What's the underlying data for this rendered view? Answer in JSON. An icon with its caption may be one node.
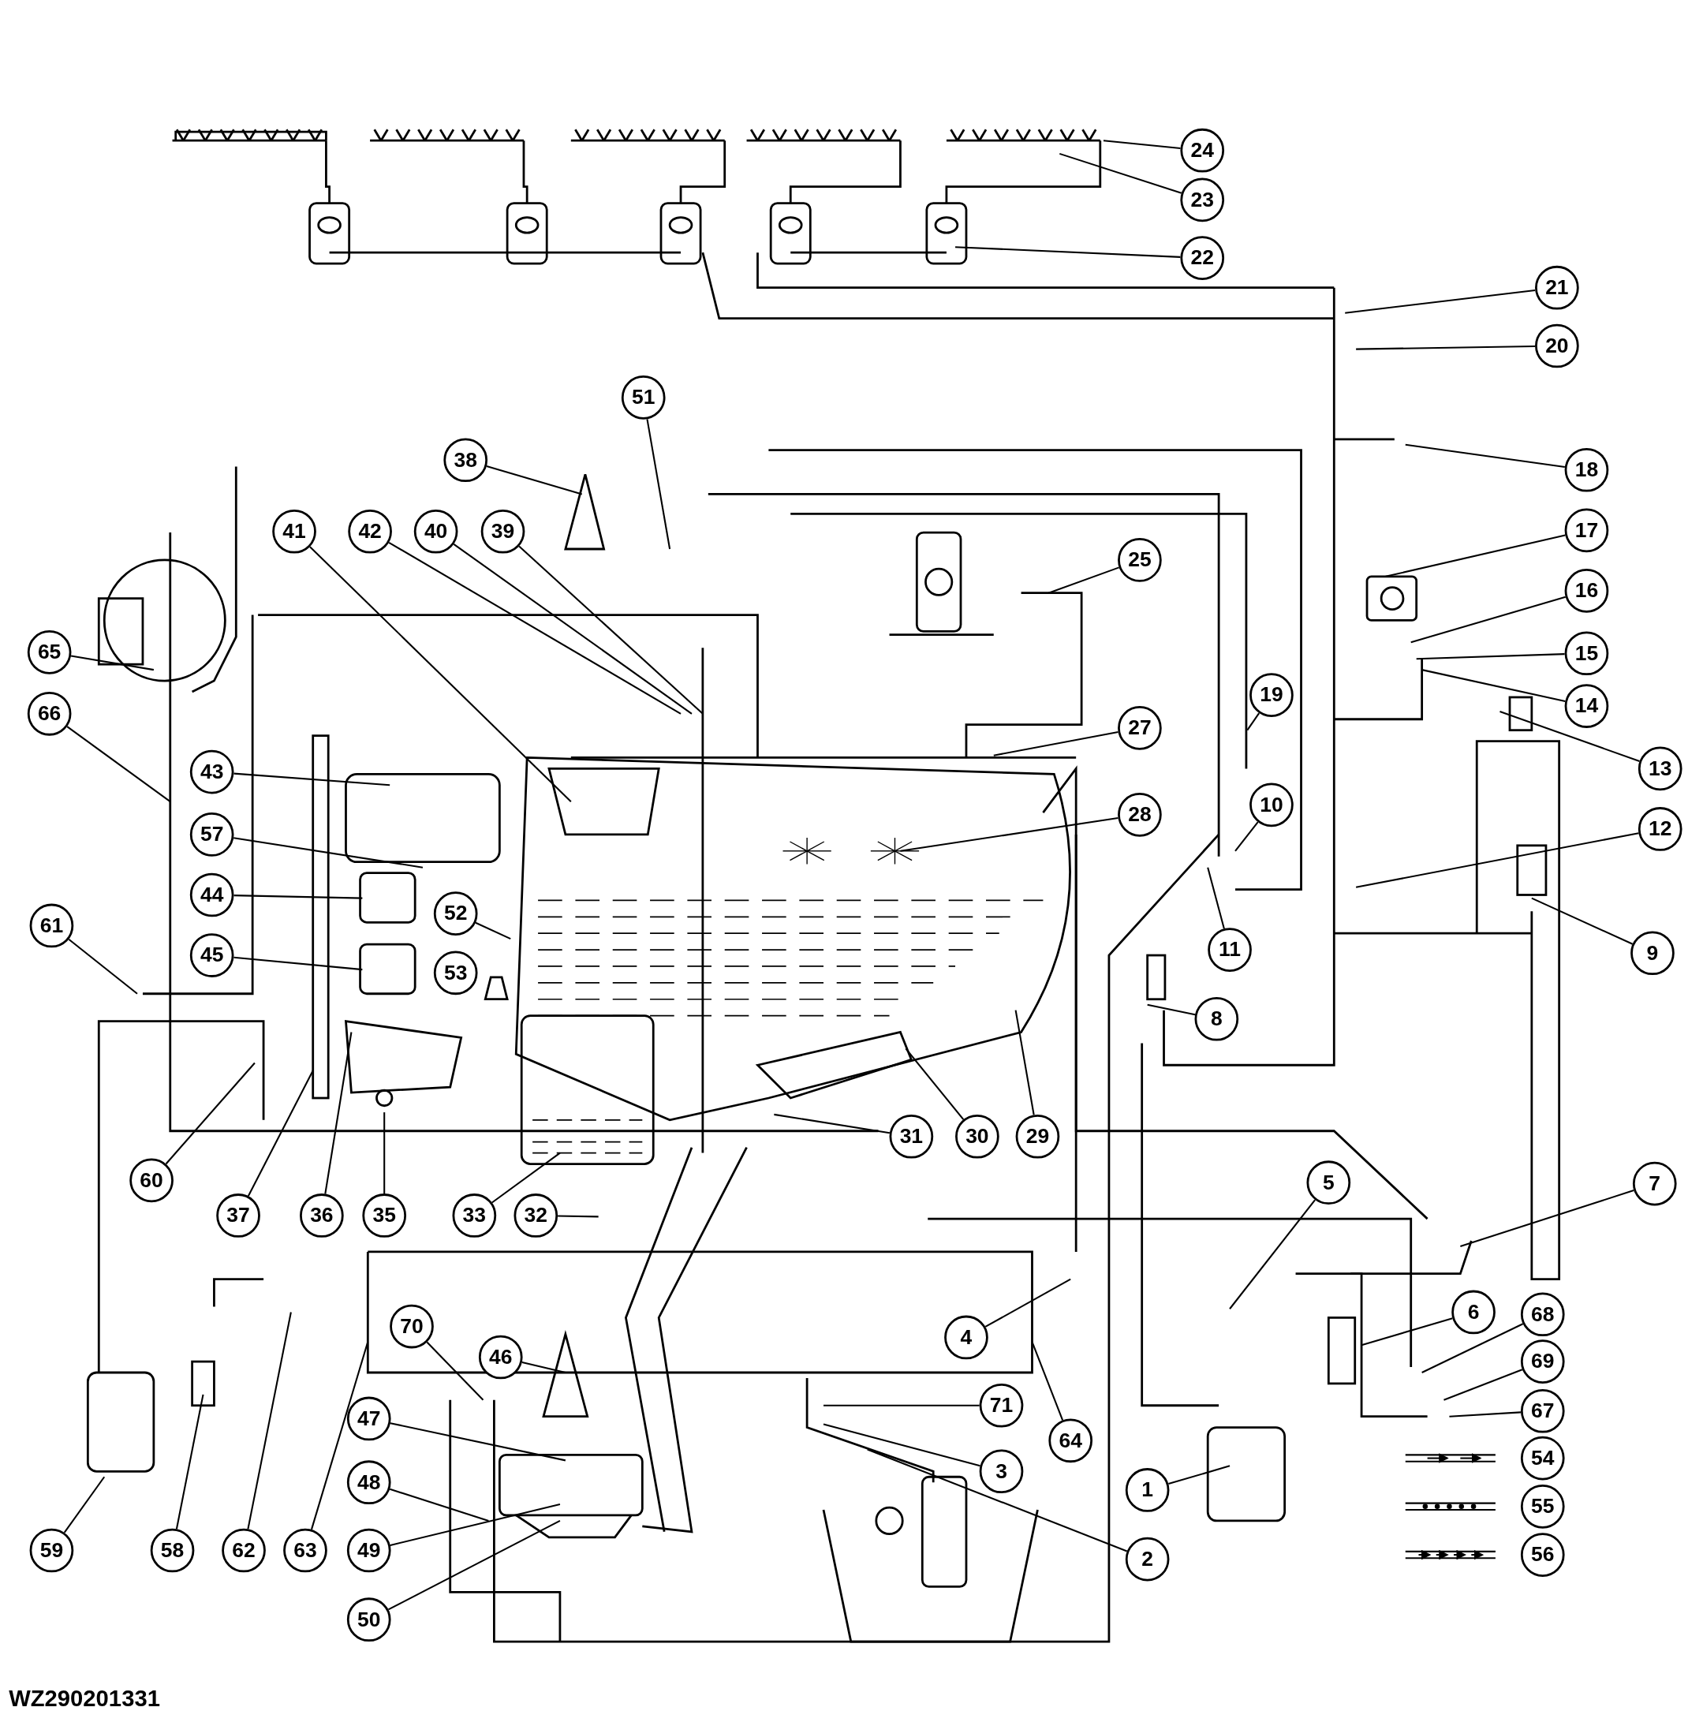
{
  "diagram": {
    "nodes": [
      {
        "text": [
          "1"
        ]
      },
      {
        "text": [
          "2"
        ]
      },
      {
        "text": [
          "3"
        ]
      },
      {
        "text": [
          "4"
        ]
      },
      {
        "text": [
          "5"
        ]
      },
      {
        "text": [
          "6"
        ]
      },
      {
        "text": [
          "7"
        ]
      },
      {
        "text": [
          "8"
        ]
      },
      {
        "text": [
          "9"
        ]
      },
      {
        "text": [
          "10"
        ]
      },
      {
        "text": [
          "11"
        ]
      },
      {
        "text": [
          "12"
        ]
      },
      {
        "text": [
          "13"
        ]
      },
      {
        "text": [
          "14"
        ]
      },
      {
        "text": [
          "15"
        ]
      },
      {
        "text": [
          "16"
        ]
      },
      {
        "text": [
          "17"
        ]
      },
      {
        "text": [
          "18"
        ]
      },
      {
        "text": [
          "19"
        ]
      },
      {
        "text": [
          "20"
        ]
      },
      {
        "text": [
          "21"
        ]
      },
      {
        "text": [
          "22"
        ]
      },
      {
        "text": [
          "23"
        ]
      },
      {
        "text": [
          "24"
        ]
      },
      {
        "text": [
          "25"
        ]
      },
      {
        "text": [
          "27"
        ]
      },
      {
        "text": [
          "28"
        ]
      },
      {
        "text": [
          "29"
        ]
      },
      {
        "text": [
          "30"
        ]
      },
      {
        "text": [
          "31"
        ]
      },
      {
        "text": [
          "32"
        ]
      },
      {
        "text": [
          "33"
        ]
      },
      {
        "text": [
          "35"
        ]
      },
      {
        "text": [
          "36"
        ]
      },
      {
        "text": [
          "37"
        ]
      },
      {
        "text": [
          "38"
        ]
      },
      {
        "text": [
          "39"
        ]
      },
      {
        "text": [
          "40"
        ]
      },
      {
        "text": [
          "41"
        ]
      },
      {
        "text": [
          "42"
        ]
      },
      {
        "text": [
          "43"
        ]
      },
      {
        "text": [
          "44"
        ]
      },
      {
        "text": [
          "45"
        ]
      },
      {
        "text": [
          "46"
        ]
      },
      {
        "text": [
          "47"
        ]
      },
      {
        "text": [
          "48"
        ]
      },
      {
        "text": [
          "49"
        ]
      },
      {
        "text": [
          "50"
        ]
      },
      {
        "text": [
          "51"
        ]
      },
      {
        "text": [
          "52"
        ]
      },
      {
        "text": [
          "53"
        ]
      },
      {
        "text": [
          "57"
        ]
      },
      {
        "text": [
          "58"
        ]
      },
      {
        "text": [
          "59"
        ]
      },
      {
        "text": [
          "60"
        ]
      },
      {
        "text": [
          "61"
        ]
      },
      {
        "text": [
          "62"
        ]
      },
      {
        "text": [
          "63"
        ]
      },
      {
        "text": [
          "64"
        ]
      },
      {
        "text": [
          "65"
        ]
      },
      {
        "text": [
          "66"
        ]
      },
      {
        "text": [
          "67"
        ]
      },
      {
        "text": [
          "68"
        ]
      },
      {
        "text": [
          "69"
        ]
      },
      {
        "text": [
          "70"
        ]
      },
      {
        "text": [
          "71"
        ]
      }
    ],
    "edges": [
      {
        "from": 0,
        "to": null,
        "arrow": "none"
      },
      {
        "from": 1,
        "to": null,
        "arrow": "none"
      },
      {
        "from": 2,
        "to": null,
        "arrow": "none"
      },
      {
        "from": 3,
        "to": null,
        "arrow": "none"
      },
      {
        "from": 4,
        "to": null,
        "arrow": "none"
      },
      {
        "from": 5,
        "to": null,
        "arrow": "none"
      },
      {
        "from": 6,
        "to": null,
        "arrow": "none"
      },
      {
        "from": 7,
        "to": null,
        "arrow": "none"
      },
      {
        "from": 8,
        "to": null,
        "arrow": "none"
      },
      {
        "from": 9,
        "to": null,
        "arrow": "none"
      },
      {
        "from": 10,
        "to": null,
        "arrow": "none"
      },
      {
        "from": 11,
        "to": null,
        "arrow": "none"
      },
      {
        "from": 12,
        "to": null,
        "arrow": "none"
      },
      {
        "from": 13,
        "to": null,
        "arrow": "none"
      },
      {
        "from": 14,
        "to": null,
        "arrow": "none"
      },
      {
        "from": 15,
        "to": null,
        "arrow": "none"
      },
      {
        "from": 16,
        "to": null,
        "arrow": "none"
      },
      {
        "from": 17,
        "to": null,
        "arrow": "none"
      },
      {
        "from": 18,
        "to": null,
        "arrow": "none"
      },
      {
        "from": 19,
        "to": null,
        "arrow": "none"
      },
      {
        "from": 20,
        "to": null,
        "arrow": "none"
      },
      {
        "from": 21,
        "to": null,
        "arrow": "none"
      },
      {
        "from": 22,
        "to": null,
        "arrow": "none"
      },
      {
        "from": 23,
        "to": null,
        "arrow": "none"
      },
      {
        "from": 24,
        "to": null,
        "arrow": "none"
      },
      {
        "from": 25,
        "to": null,
        "arrow": "none"
      },
      {
        "from": 26,
        "to": null,
        "arrow": "none"
      },
      {
        "from": 27,
        "to": null,
        "arrow": "none"
      },
      {
        "from": 28,
        "to": null,
        "arrow": "none"
      },
      {
        "from": 29,
        "to": null,
        "arrow": "none"
      },
      {
        "from": 30,
        "to": null,
        "arrow": "none"
      },
      {
        "from": 31,
        "to": null,
        "arrow": "none"
      },
      {
        "from": 32,
        "to": null,
        "arrow": "none"
      },
      {
        "from": 33,
        "to": null,
        "arrow": "none"
      },
      {
        "from": 34,
        "to": null,
        "arrow": "none"
      },
      {
        "from": 35,
        "to": null,
        "arrow": "none"
      },
      {
        "from": 36,
        "to": null,
        "arrow": "none"
      },
      {
        "from": 37,
        "to": null,
        "arrow": "none"
      },
      {
        "from": 38,
        "to": null,
        "arrow": "none"
      },
      {
        "from": 39,
        "to": null,
        "arrow": "none"
      },
      {
        "from": 40,
        "to": null,
        "arrow": "none"
      },
      {
        "from": 41,
        "to": null,
        "arrow": "none"
      },
      {
        "from": 42,
        "to": null,
        "arrow": "none"
      },
      {
        "from": 43,
        "to": null,
        "arrow": "none"
      },
      {
        "from": 44,
        "to": null,
        "arrow": "none"
      },
      {
        "from": 45,
        "to": null,
        "arrow": "none"
      },
      {
        "from": 46,
        "to": null,
        "arrow": "none"
      },
      {
        "from": 47,
        "to": null,
        "arrow": "none"
      },
      {
        "from": 48,
        "to": null,
        "arrow": "none"
      },
      {
        "from": 49,
        "to": null,
        "arrow": "none"
      },
      {
        "from": 50,
        "to": null,
        "arrow": "none"
      },
      {
        "from": 51,
        "to": null,
        "arrow": "none"
      },
      {
        "from": 52,
        "to": null,
        "arrow": "none"
      },
      {
        "from": 53,
        "to": null,
        "arrow": "none"
      },
      {
        "from": 54,
        "to": null,
        "arrow": "none"
      },
      {
        "from": 55,
        "to": null,
        "arrow": "none"
      },
      {
        "from": 56,
        "to": null,
        "arrow": "none"
      },
      {
        "from": 57,
        "to": null,
        "arrow": "none"
      },
      {
        "from": 58,
        "to": null,
        "arrow": "none"
      },
      {
        "from": 59,
        "to": null,
        "arrow": "none"
      },
      {
        "from": 60,
        "to": null,
        "arrow": "none"
      },
      {
        "from": 61,
        "to": null,
        "arrow": "none"
      },
      {
        "from": 62,
        "to": null,
        "arrow": "none"
      },
      {
        "from": 63,
        "to": null,
        "arrow": "none"
      },
      {
        "from": 64,
        "to": null,
        "arrow": "none"
      },
      {
        "from": 65,
        "to": null,
        "arrow": "none"
      }
    ],
    "labels": [
      "WZ290201331"
    ],
    "legend": [
      {
        "text": "54"
      },
      {
        "text": "55"
      },
      {
        "text": "56"
      }
    ]
  }
}
